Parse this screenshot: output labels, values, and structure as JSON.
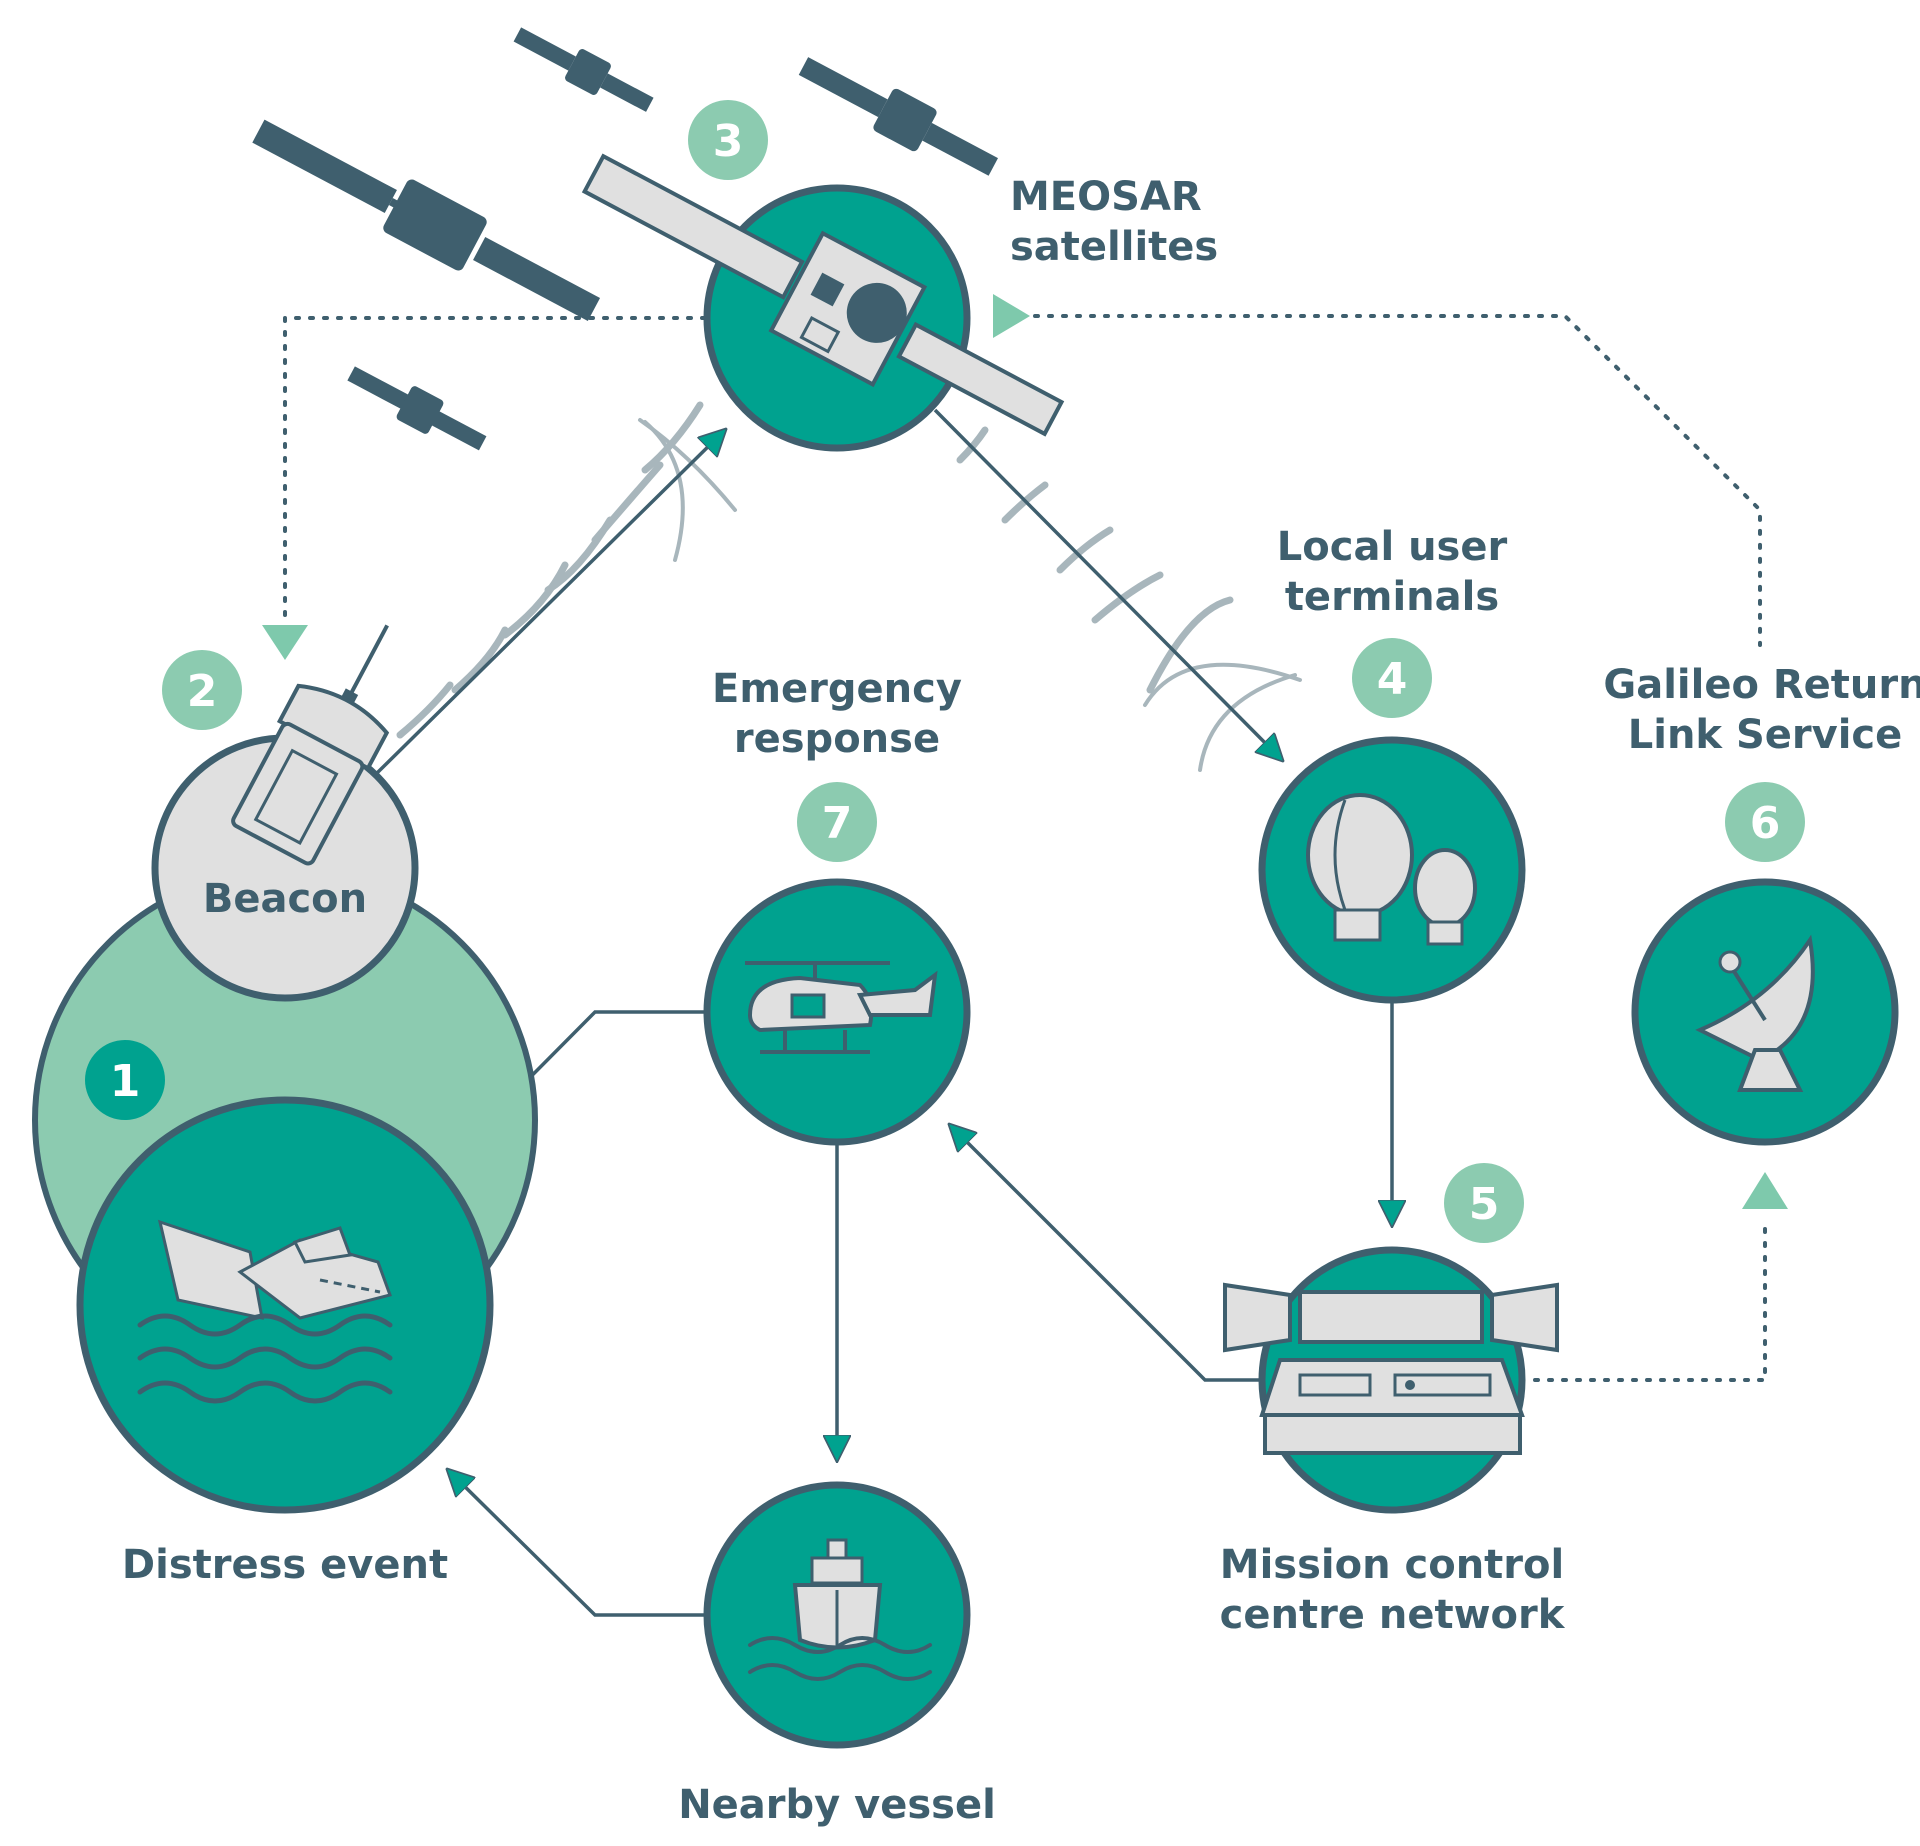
{
  "colors": {
    "teal": "#00a28f",
    "light_green": "#8ccbb0",
    "mid_green": "#7ec9ac",
    "navy": "#3f5f6e",
    "grey": "#e0e0e0",
    "signal_grey": "#a8b6bc"
  },
  "badges": {
    "b1": "1",
    "b2": "2",
    "b3": "3",
    "b4": "4",
    "b5": "5",
    "b6": "6",
    "b7": "7"
  },
  "labels": {
    "meosar_line1": "MEOSAR",
    "meosar_line2": "satellites",
    "beacon": "Beacon",
    "distress_event": "Distress event",
    "local_user_line1": "Local user",
    "local_user_line2": "terminals",
    "galileo_line1": "Galileo Return",
    "galileo_line2": "Link Service",
    "emergency_line1": "Emergency",
    "emergency_line2": "response",
    "mission_line1": "Mission control",
    "mission_line2": "centre network",
    "nearby_vessel": "Nearby vessel"
  },
  "icons": [
    "satellite-icon",
    "beacon-icon",
    "sinking-ship-icon",
    "ground-antenna-icon",
    "control-desk-icon",
    "satellite-dish-icon",
    "helicopter-icon",
    "vessel-icon"
  ]
}
